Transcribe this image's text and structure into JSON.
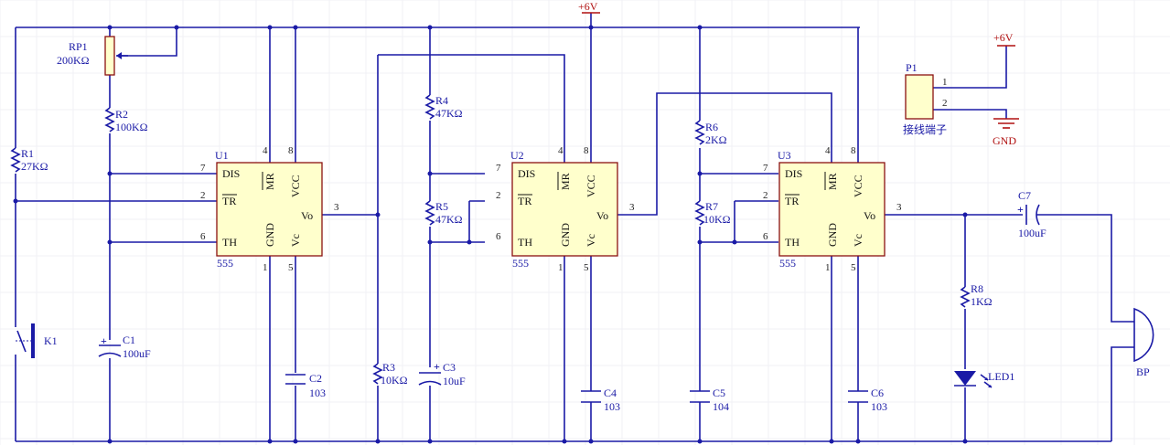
{
  "ics": [
    {
      "ref": "U1",
      "model": "555",
      "pins": {
        "dis": "DIS",
        "tr": "TR",
        "th": "TH",
        "mr": "MR",
        "gnd": "GND",
        "vcc": "VCC",
        "vc": "Vc",
        "vo": "Vo"
      },
      "pin_numbers": {
        "dis": "7",
        "tr": "2",
        "th": "6",
        "mr": "4",
        "vcc": "8",
        "gnd": "1",
        "vc": "5",
        "vo": "3"
      }
    },
    {
      "ref": "U2",
      "model": "555",
      "pins": {
        "dis": "DIS",
        "tr": "TR",
        "th": "TH",
        "mr": "MR",
        "gnd": "GND",
        "vcc": "VCC",
        "vc": "Vc",
        "vo": "Vo"
      },
      "pin_numbers": {
        "dis": "7",
        "tr": "2",
        "th": "6",
        "mr": "4",
        "vcc": "8",
        "gnd": "1",
        "vc": "5",
        "vo": "3"
      }
    },
    {
      "ref": "U3",
      "model": "555",
      "pins": {
        "dis": "DIS",
        "tr": "TR",
        "th": "TH",
        "mr": "MR",
        "gnd": "GND",
        "vcc": "VCC",
        "vc": "Vc",
        "vo": "Vo"
      },
      "pin_numbers": {
        "dis": "7",
        "tr": "2",
        "th": "6",
        "mr": "4",
        "vcc": "8",
        "gnd": "1",
        "vc": "5",
        "vo": "3"
      }
    }
  ],
  "resistors": [
    {
      "ref": "R1",
      "value": "27KΩ"
    },
    {
      "ref": "R2",
      "value": "100KΩ"
    },
    {
      "ref": "R3",
      "value": "10KΩ"
    },
    {
      "ref": "R4",
      "value": "47KΩ"
    },
    {
      "ref": "R5",
      "value": "47KΩ"
    },
    {
      "ref": "R6",
      "value": "2KΩ"
    },
    {
      "ref": "R7",
      "value": "10KΩ"
    },
    {
      "ref": "R8",
      "value": "1KΩ"
    }
  ],
  "potentiometer": {
    "ref": "RP1",
    "value": "200KΩ"
  },
  "capacitors": [
    {
      "ref": "C1",
      "value": "100uF"
    },
    {
      "ref": "C2",
      "value": "103"
    },
    {
      "ref": "C3",
      "value": "10uF"
    },
    {
      "ref": "C4",
      "value": "103"
    },
    {
      "ref": "C5",
      "value": "104"
    },
    {
      "ref": "C6",
      "value": "103"
    },
    {
      "ref": "C7",
      "value": "100uF"
    }
  ],
  "switch": {
    "ref": "K1"
  },
  "led": {
    "ref": "LED1"
  },
  "buzzer": {
    "ref": "BP"
  },
  "connector": {
    "ref": "P1",
    "name": "接线端子",
    "pin1": "1",
    "pin2": "2"
  },
  "power": {
    "vcc_label": "+6V",
    "gnd_label": "GND"
  },
  "polarity_mark": "+",
  "colors": {
    "wire": "#1a1aa6",
    "outline": "#8a1010",
    "body": "#ffffcc",
    "power": "#b01010"
  }
}
